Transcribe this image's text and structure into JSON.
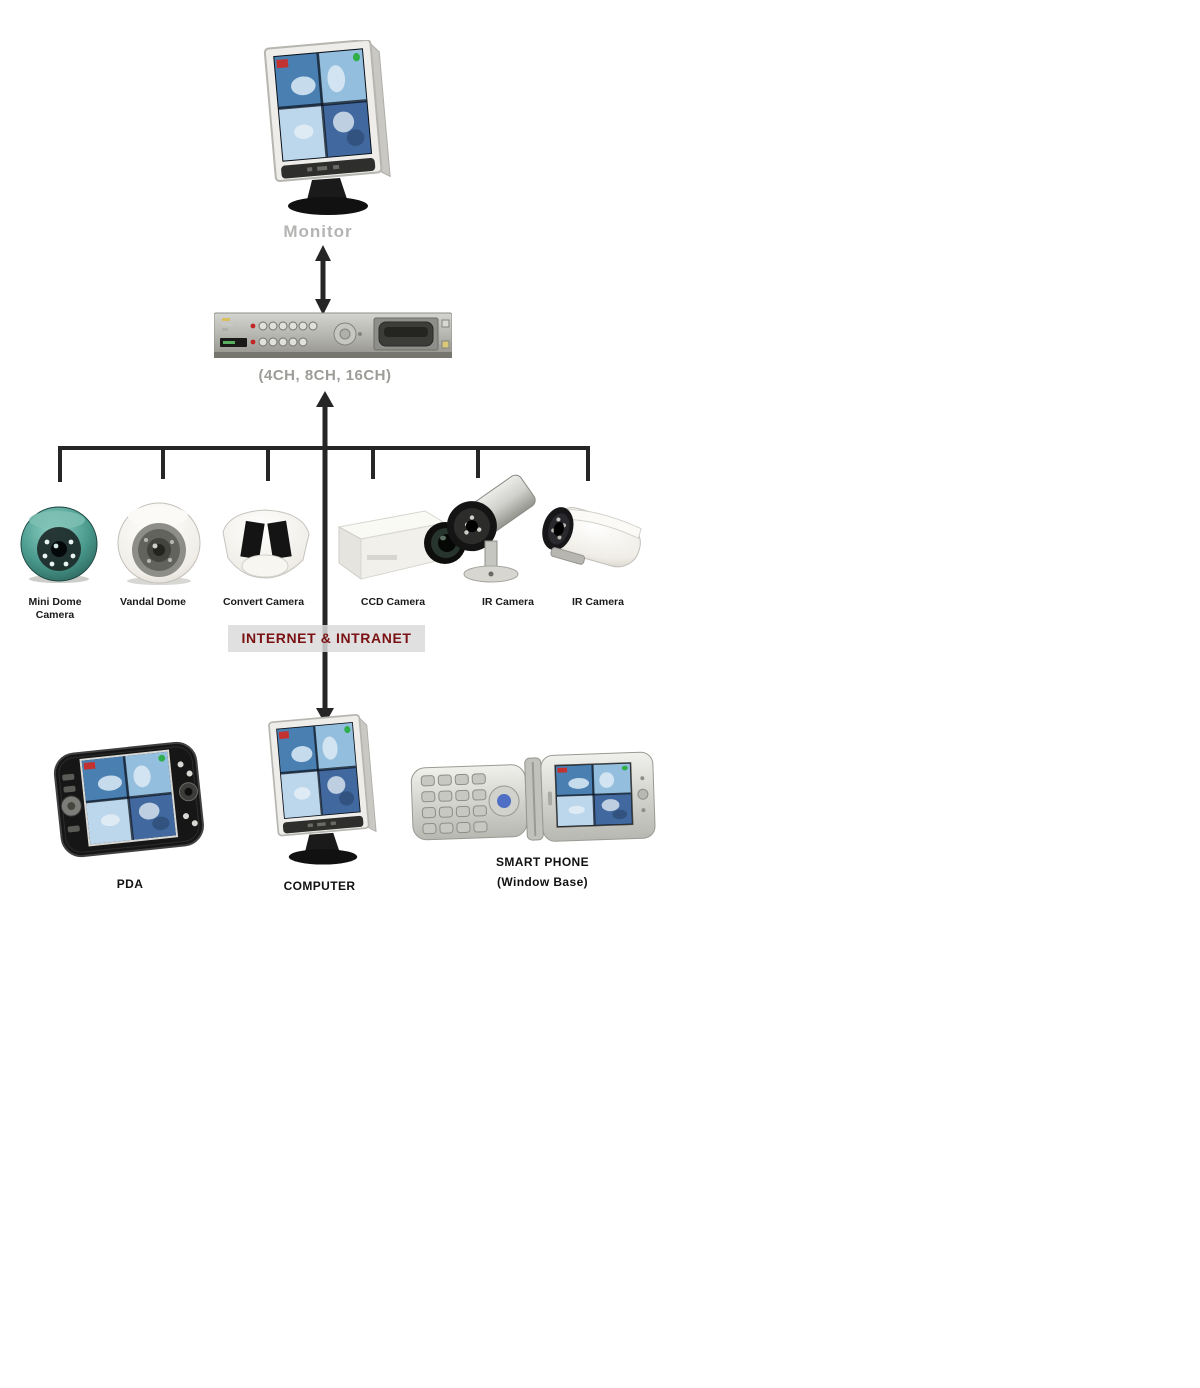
{
  "diagram": {
    "monitor": {
      "label": "Monitor"
    },
    "dvr": {
      "label": "(4CH, 8CH, 16CH)"
    },
    "network_label": "INTERNET & INTRANET",
    "cameras": [
      {
        "lines": [
          "Mini Dome",
          "Camera"
        ]
      },
      {
        "lines": [
          "Vandal Dome"
        ]
      },
      {
        "lines": [
          "Convert Camera"
        ]
      },
      {
        "lines": [
          "CCD Camera"
        ]
      },
      {
        "lines": [
          "IR Camera"
        ]
      },
      {
        "lines": [
          "IR Camera"
        ]
      }
    ],
    "clients": [
      {
        "label": "PDA"
      },
      {
        "label": "COMPUTER"
      },
      {
        "label": "SMART PHONE",
        "sublabel": "(Window Base)"
      }
    ],
    "colors": {
      "connector_line": "#262626",
      "network_text": "#7a1113",
      "network_bg": "#dadada",
      "monitor_label": "#b4b4b2",
      "dvr_label": "#9c9c98",
      "mini_dome_teal": "#3f8d82"
    }
  }
}
